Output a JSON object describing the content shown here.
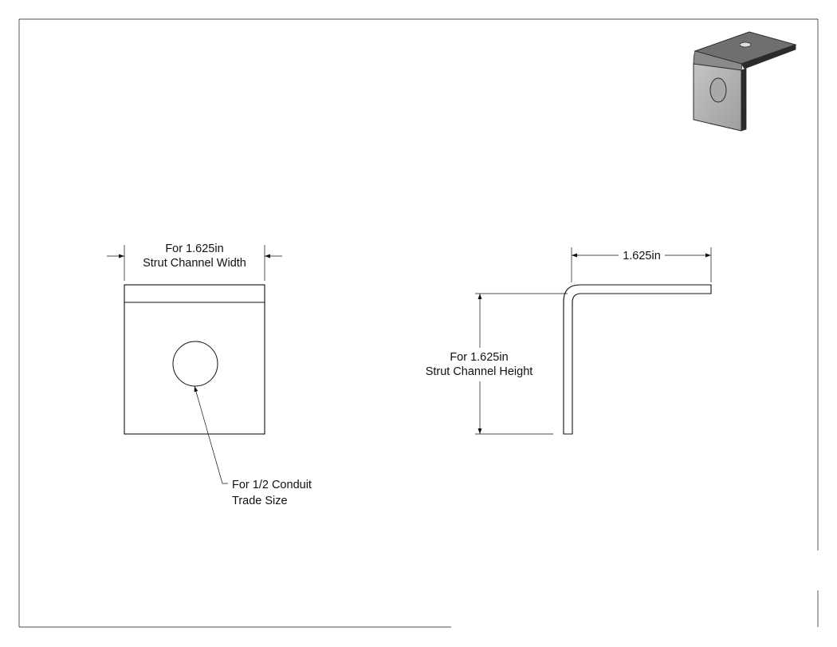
{
  "drawing": {
    "front_view": {
      "width_label_line1": "For 1.625in",
      "width_label_line2": "Strut Channel Width",
      "hole_callout_line1": "For 1/2 Conduit",
      "hole_callout_line2": "Trade Size"
    },
    "side_view": {
      "flange_dimension": "1.625in",
      "height_label_line1": "For 1.625in",
      "height_label_line2": "Strut Channel Height"
    }
  },
  "colors": {
    "ink": "#111111",
    "iso_face": "#b3b3b3",
    "iso_top": "#6f6f6f",
    "iso_edge": "#2b2b2b"
  }
}
